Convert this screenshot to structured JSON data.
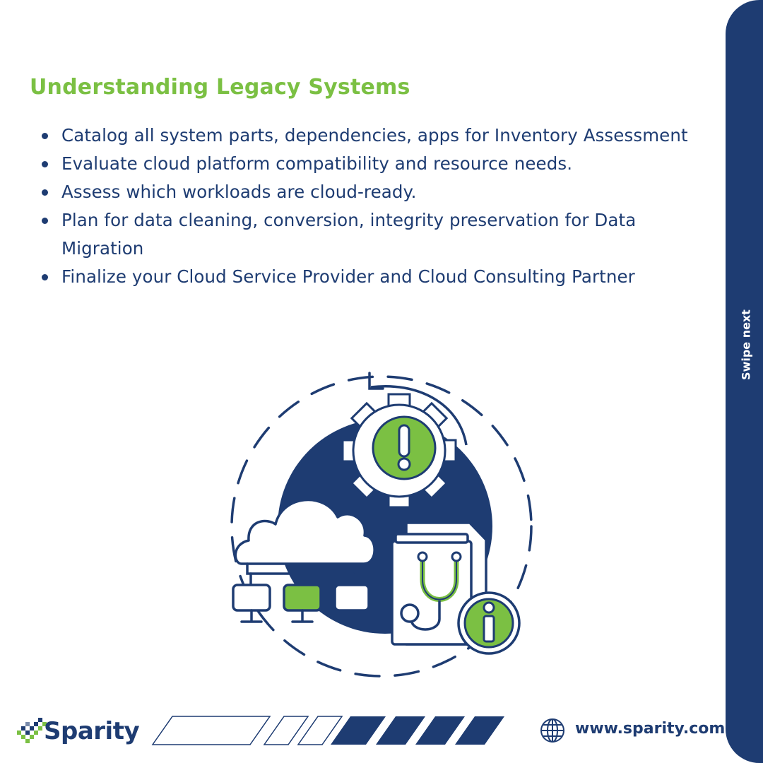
{
  "heading": "Understanding Legacy Systems",
  "bullets": [
    "Catalog all system parts, dependencies, apps for Inventory Assessment",
    "Evaluate cloud platform compatibility and resource needs.",
    "Assess which workloads are cloud-ready.",
    "Plan for data cleaning, conversion, integrity preservation for Data Migration",
    "Finalize your Cloud Service Provider and Cloud Consulting Partner"
  ],
  "swipe_label": "Swipe next",
  "brand": {
    "name": "Sparity",
    "logo_icon": "sparity-check-logo-icon"
  },
  "website": {
    "url": "www.sparity.com",
    "icon": "globe-icon"
  },
  "illustration": {
    "icons": [
      "cloud-icon",
      "gear-warning-icon",
      "network-devices-icon",
      "stethoscope-document-icon",
      "info-icon"
    ]
  },
  "colors": {
    "brand_navy": "#1e3c72",
    "accent_green": "#7bc043",
    "background": "#ffffff"
  }
}
